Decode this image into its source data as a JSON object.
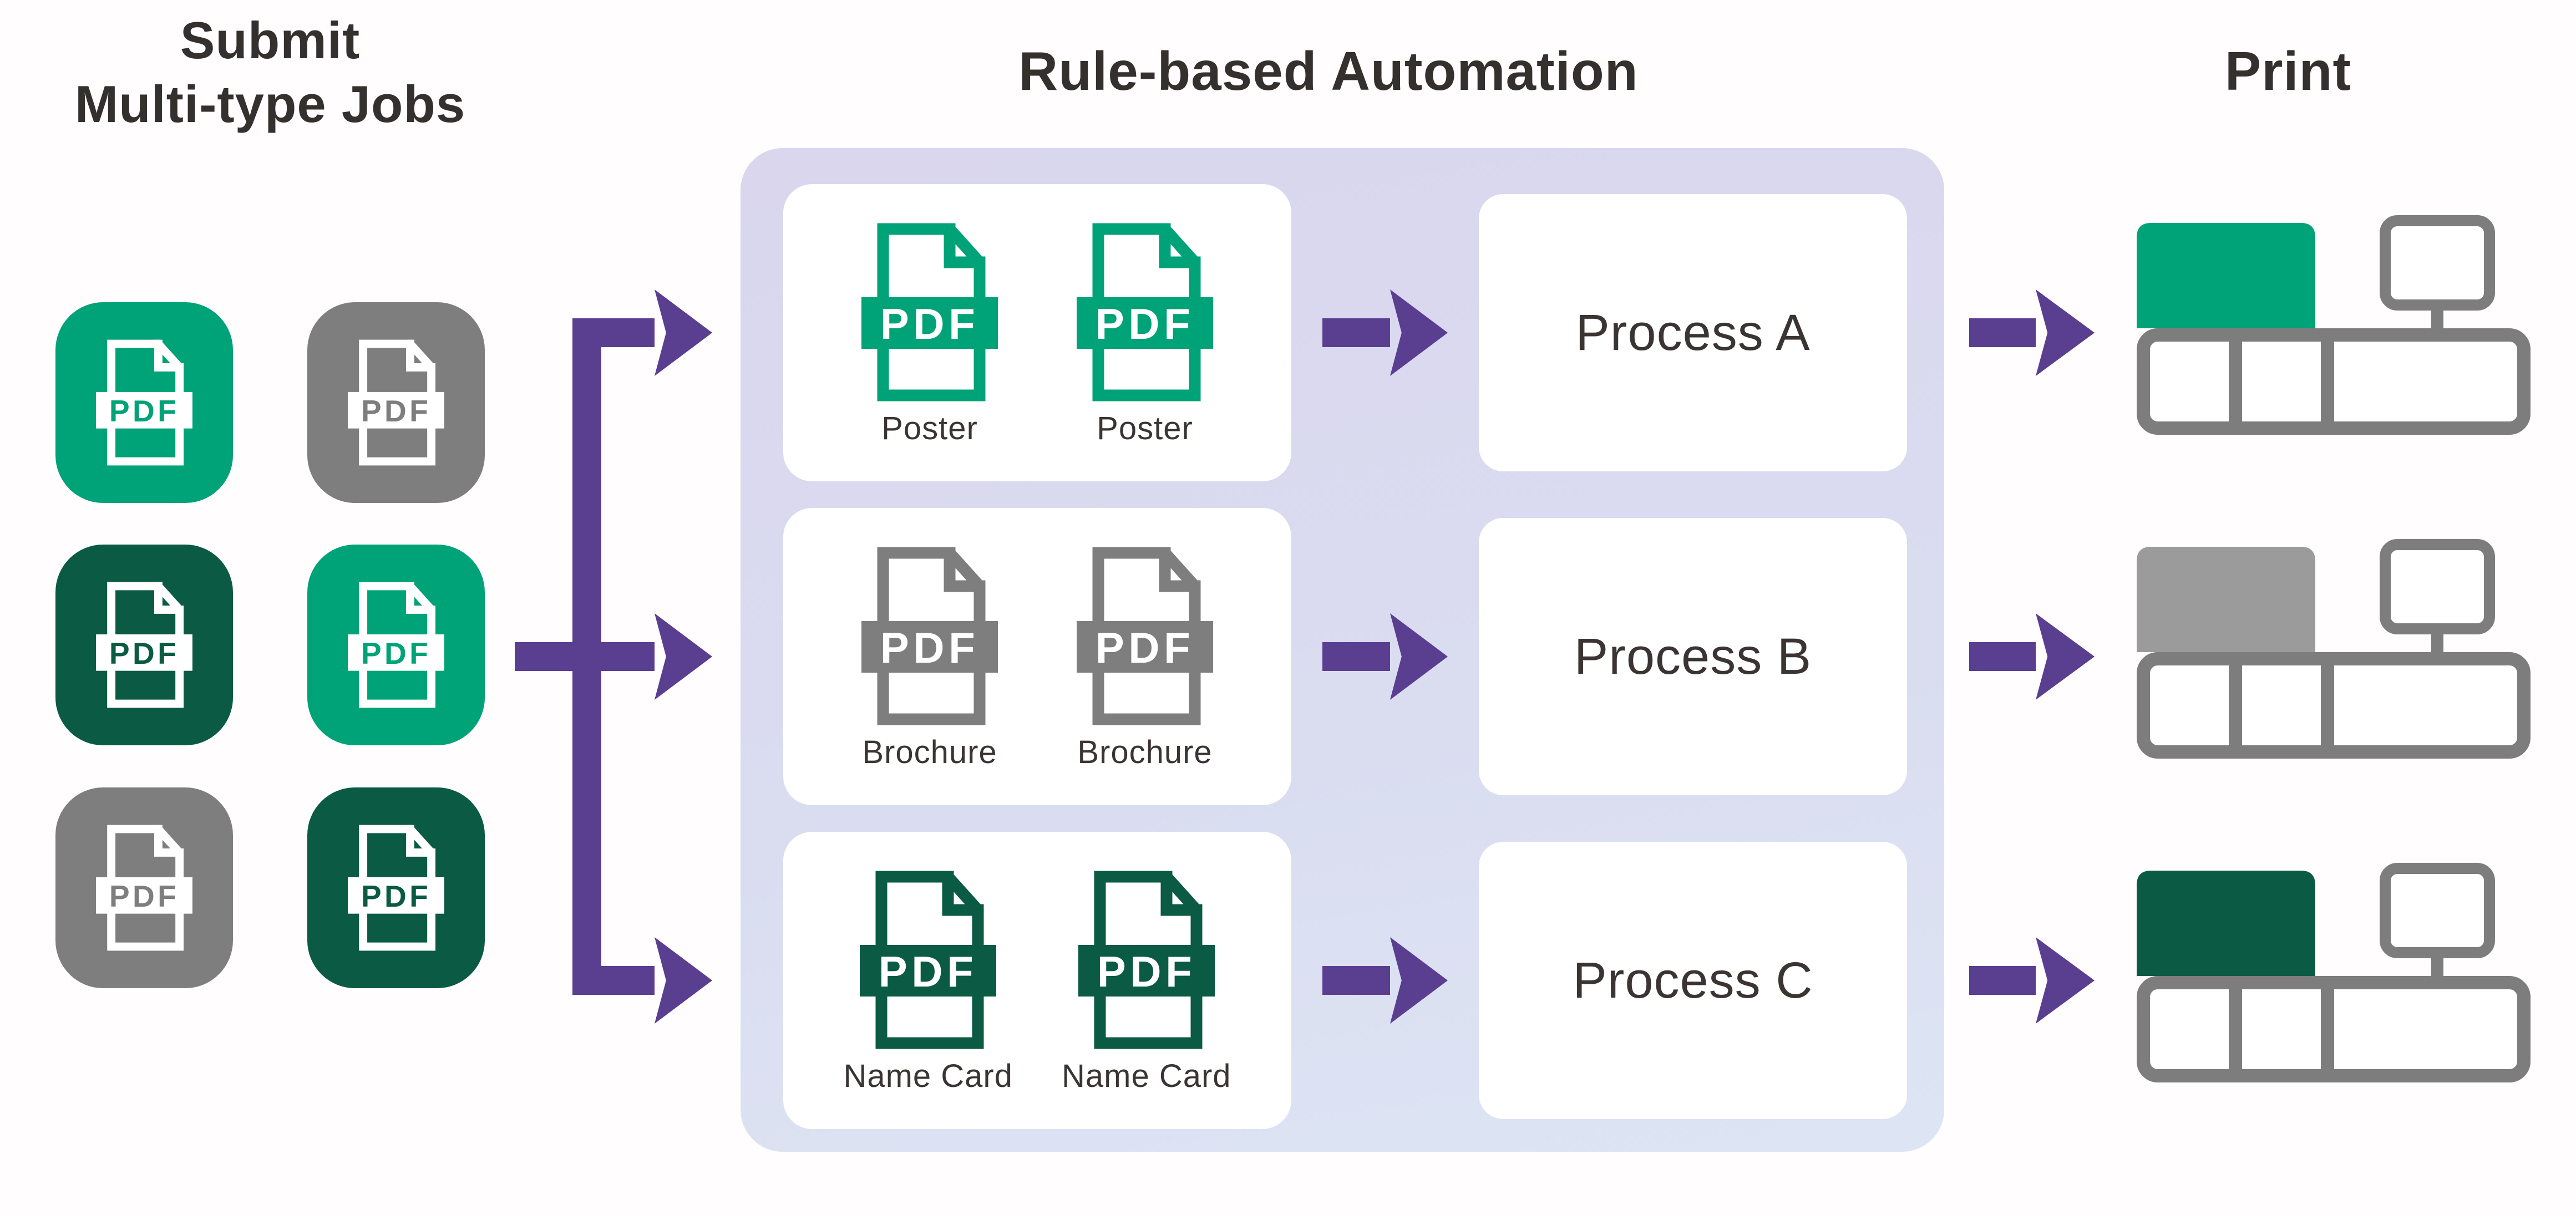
{
  "titles": {
    "submit_line1": "Submit",
    "submit_line2": "Multi-type Jobs",
    "automation": "Rule-based Automation",
    "print": "Print"
  },
  "pdf_label": "PDF",
  "colors": {
    "green": "#00A277",
    "dark_green": "#0A5A44",
    "gray": "#7E7E7E",
    "printer_outline_gray": "#7D7D7D",
    "printer_block_light_gray": "#9B9B9B",
    "arrow_purple": "#5A3E90",
    "panel_gradient_top": "#D9D6EE",
    "panel_gradient_bottom": "#DDE5F4",
    "card_bg": "#FFFFFF",
    "text_dark": "#34302D",
    "label_text": "#3A3432"
  },
  "submit_tiles": [
    {
      "row": 1,
      "col": 1,
      "color": "green"
    },
    {
      "row": 1,
      "col": 2,
      "color": "gray"
    },
    {
      "row": 2,
      "col": 1,
      "color": "dark_green"
    },
    {
      "row": 2,
      "col": 2,
      "color": "green"
    },
    {
      "row": 3,
      "col": 1,
      "color": "gray"
    },
    {
      "row": 3,
      "col": 2,
      "color": "dark_green"
    }
  ],
  "jobs": [
    {
      "file_label": "Poster",
      "color": "green",
      "process": "Process A",
      "printer_block": "green"
    },
    {
      "file_label": "Brochure",
      "color": "gray",
      "process": "Process B",
      "printer_block": "light_gray"
    },
    {
      "file_label": "Name Card",
      "color": "dark_green",
      "process": "Process C",
      "printer_block": "dark_green"
    }
  ]
}
